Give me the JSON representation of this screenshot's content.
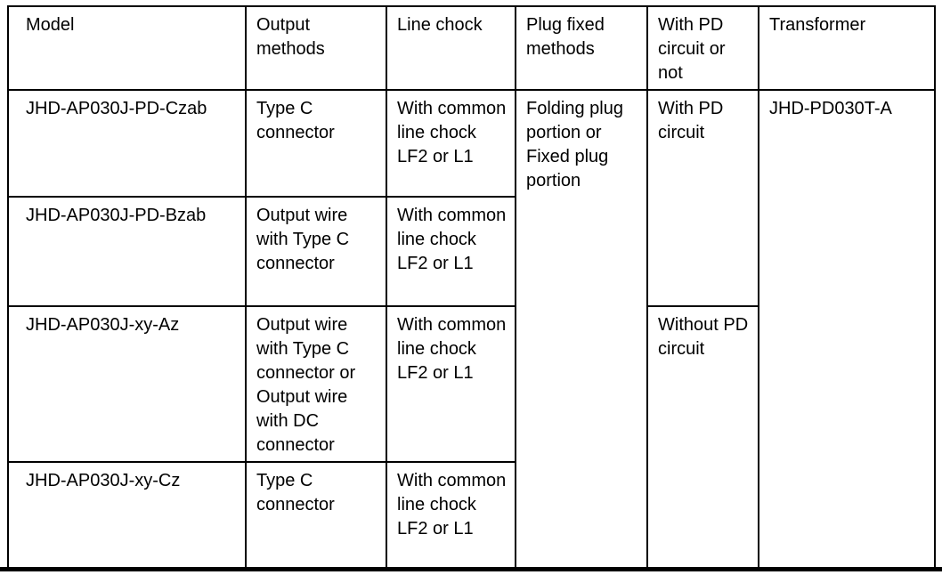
{
  "document": {
    "colors": {
      "text": "#000000",
      "border": "#000000",
      "background": "#ffffff"
    },
    "table": {
      "headers": [
        "Model",
        "Output methods",
        "Line chock",
        "Plug fixed methods",
        "With PD circuit or not",
        "Transformer"
      ],
      "rows": [
        {
          "model": "JHD-AP030J-PD-Czab",
          "output_method": "Type C connector",
          "line_chock": "With common line chock LF2 or L1"
        },
        {
          "model": "JHD-AP030J-PD-Bzab",
          "output_method": "Output wire with Type C connector",
          "line_chock": "With common line chock LF2 or L1"
        },
        {
          "model": "JHD-AP030J-xy-Az",
          "output_method": "Output wire with Type C connector or Output wire with DC connector",
          "line_chock": "With common line chock LF2 or L1"
        },
        {
          "model": "JHD-AP030J-xy-Cz",
          "output_method": "Type C connector",
          "line_chock": "With common line chock LF2 or L1"
        }
      ],
      "merged": {
        "plug_fixed_methods": "Folding plug portion or Fixed plug portion",
        "with_pd_circuit": "With PD circuit",
        "without_pd_circuit": "Without PD circuit",
        "transformer": "JHD-PD030T-A"
      }
    }
  }
}
